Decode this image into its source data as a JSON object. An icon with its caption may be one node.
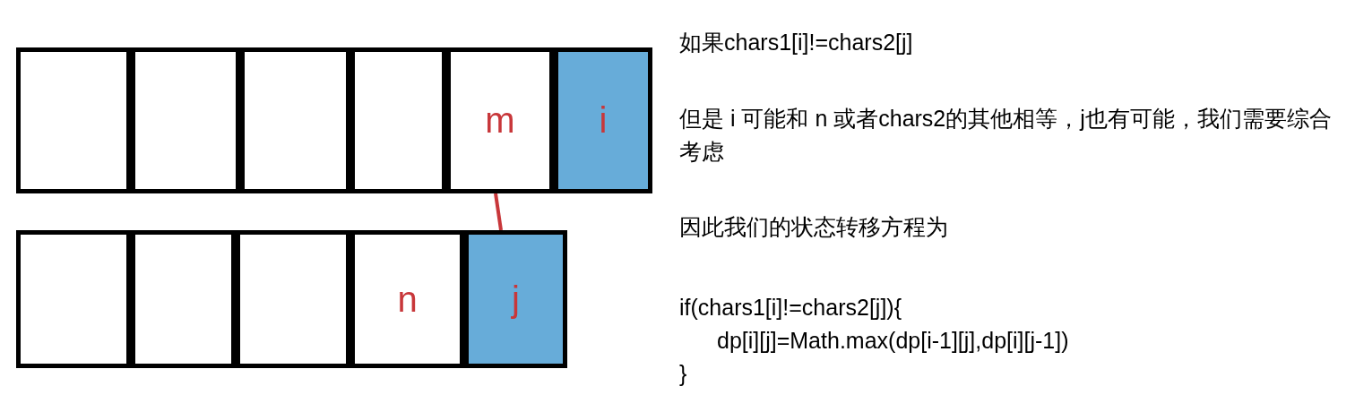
{
  "diagram": {
    "nodes": [
      {
        "text": [],
        "shape": "box"
      },
      {
        "text": [],
        "shape": "box"
      },
      {
        "text": [],
        "shape": "box"
      },
      {
        "text": [],
        "shape": "box"
      },
      {
        "text": [
          "m"
        ]
      },
      {
        "text": [
          "i"
        ]
      },
      {
        "text": [],
        "shape": "box"
      },
      {
        "text": [],
        "shape": "box"
      },
      {
        "text": [],
        "shape": "box"
      },
      {
        "text": [
          "n"
        ]
      },
      {
        "text": [
          "j"
        ]
      }
    ],
    "edges": [
      {
        "from": 4,
        "to": 10,
        "arrow": "none",
        "color": "#c8373a"
      }
    ],
    "labels": [
      "如果chars1[i]!=chars2[j]",
      "但是 i 可能和 n 或者chars2的其他相等，j也有可能，我们需要综合考虑",
      "因此我们的状态转移方程为",
      "if(chars1[i]!=chars2[j]){",
      "dp[i][j]=Math.max(dp[i-1][j],dp[i][j-1])",
      "}"
    ]
  }
}
